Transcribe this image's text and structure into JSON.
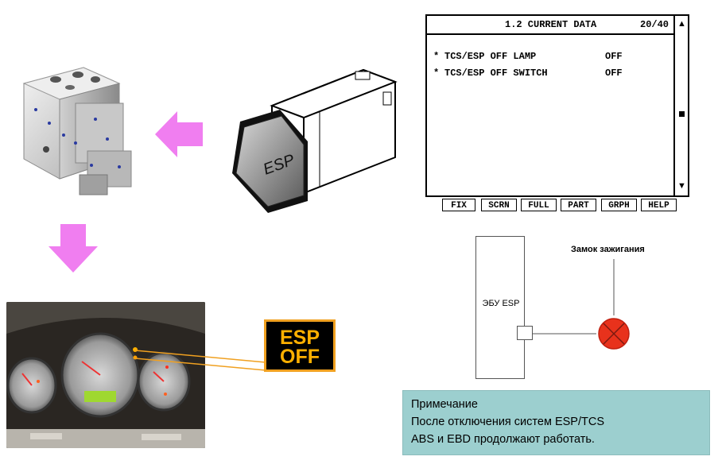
{
  "scan_tool": {
    "title": "1.2 CURRENT DATA",
    "page": "20/40",
    "rows": [
      {
        "marker": "*",
        "name": "TCS/ESP OFF LAMP",
        "value": "OFF"
      },
      {
        "marker": "*",
        "name": "TCS/ESP OFF SWITCH",
        "value": "OFF"
      }
    ],
    "scroll_up": "▲",
    "scroll_down": "▼",
    "buttons": [
      "FIX",
      "SCRN",
      "FULL",
      "PART",
      "GRPH",
      "HELP"
    ]
  },
  "switch": {
    "label": "ESP"
  },
  "warning_lamp": {
    "line1": "ESP",
    "line2": "OFF",
    "color": "#ffb000"
  },
  "circuit": {
    "ecu_label": "ЭБУ ESP",
    "ignition_label": "Замок зажигания",
    "lamp_color": "#e8321c"
  },
  "note": {
    "title": "Примечание",
    "line1": "После отключения систем ESP/TCS",
    "line2": "ABS и EBD продолжают работать."
  },
  "arrow_color": "#f07ef0"
}
